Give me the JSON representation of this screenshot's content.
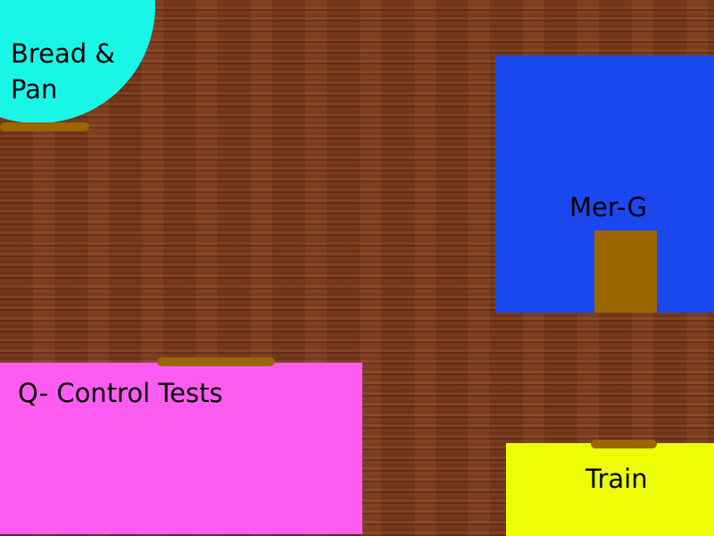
{
  "colors": {
    "ground": "#7a3a1c",
    "door": "#9b6500",
    "bread_zone": "#19f5e6",
    "merg_zone": "#1a48ee",
    "qct_zone": "#fe5cf0",
    "train_zone": "#ecfd05",
    "label": "#000000"
  },
  "zones": {
    "bread": {
      "label_line1": "Bread &",
      "label_line2": "Pan",
      "icon": "cyan-circle-zone"
    },
    "merg": {
      "label": "Mer-G",
      "icon": "blue-building"
    },
    "qct": {
      "label": "Q- Control Tests",
      "icon": "pink-building"
    },
    "train": {
      "label": "Train",
      "icon": "yellow-building"
    }
  }
}
